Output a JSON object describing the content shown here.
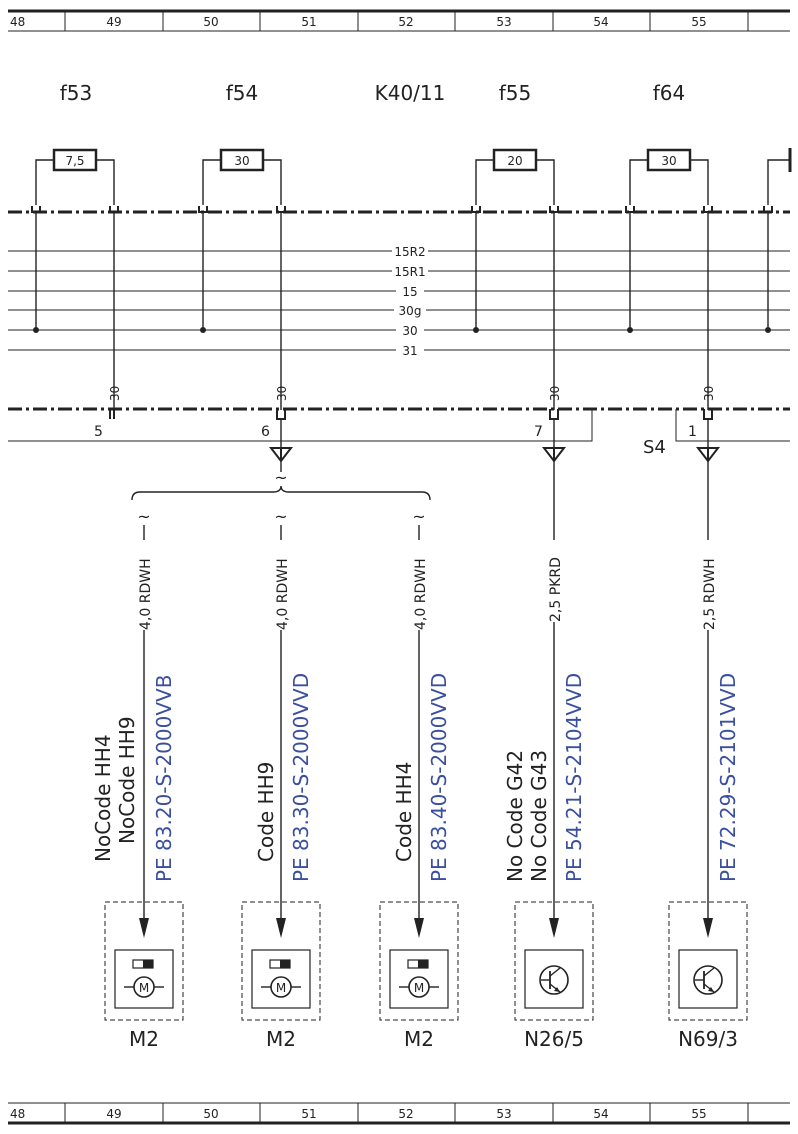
{
  "grid_top": [
    "48",
    "49",
    "50",
    "51",
    "52",
    "53",
    "54",
    "55"
  ],
  "grid_bottom": [
    "48",
    "49",
    "50",
    "51",
    "52",
    "53",
    "54",
    "55"
  ],
  "fuse_box": "K40/11",
  "fuses": [
    {
      "name": "f53",
      "rating": "7,5"
    },
    {
      "name": "f54",
      "rating": "30"
    },
    {
      "name": "f55",
      "rating": "20"
    },
    {
      "name": "f64",
      "rating": "30"
    }
  ],
  "bus_lines": [
    "15R2",
    "15R1",
    "15",
    "30g",
    "30",
    "31"
  ],
  "terminals": {
    "t30": "30",
    "pins": [
      "5",
      "6",
      "7",
      "1"
    ],
    "connector": "S4"
  },
  "wires": [
    {
      "spec": "4,0 RDWH",
      "part": "PE 83.20-S-2000VVB",
      "codes": [
        "NoCode HH4",
        "NoCode HH9"
      ],
      "component": "M2"
    },
    {
      "spec": "4,0 RDWH",
      "part": "PE 83.30-S-2000VVD",
      "codes": [
        "Code HH9"
      ],
      "component": "M2"
    },
    {
      "spec": "4,0 RDWH",
      "part": "PE 83.40-S-2000VVD",
      "codes": [
        "Code HH4"
      ],
      "component": "M2"
    },
    {
      "spec": "2,5 PKRD",
      "part": "PE 54.21-S-2104VVD",
      "codes": [
        "No Code G42",
        "No Code G43"
      ],
      "component": "N26/5"
    },
    {
      "spec": "2,5 RDWH",
      "part": "PE 72.29-S-2101VVD",
      "codes": [],
      "component": "N69/3"
    }
  ],
  "symbols": {
    "tilde": "~",
    "motor": "M"
  }
}
